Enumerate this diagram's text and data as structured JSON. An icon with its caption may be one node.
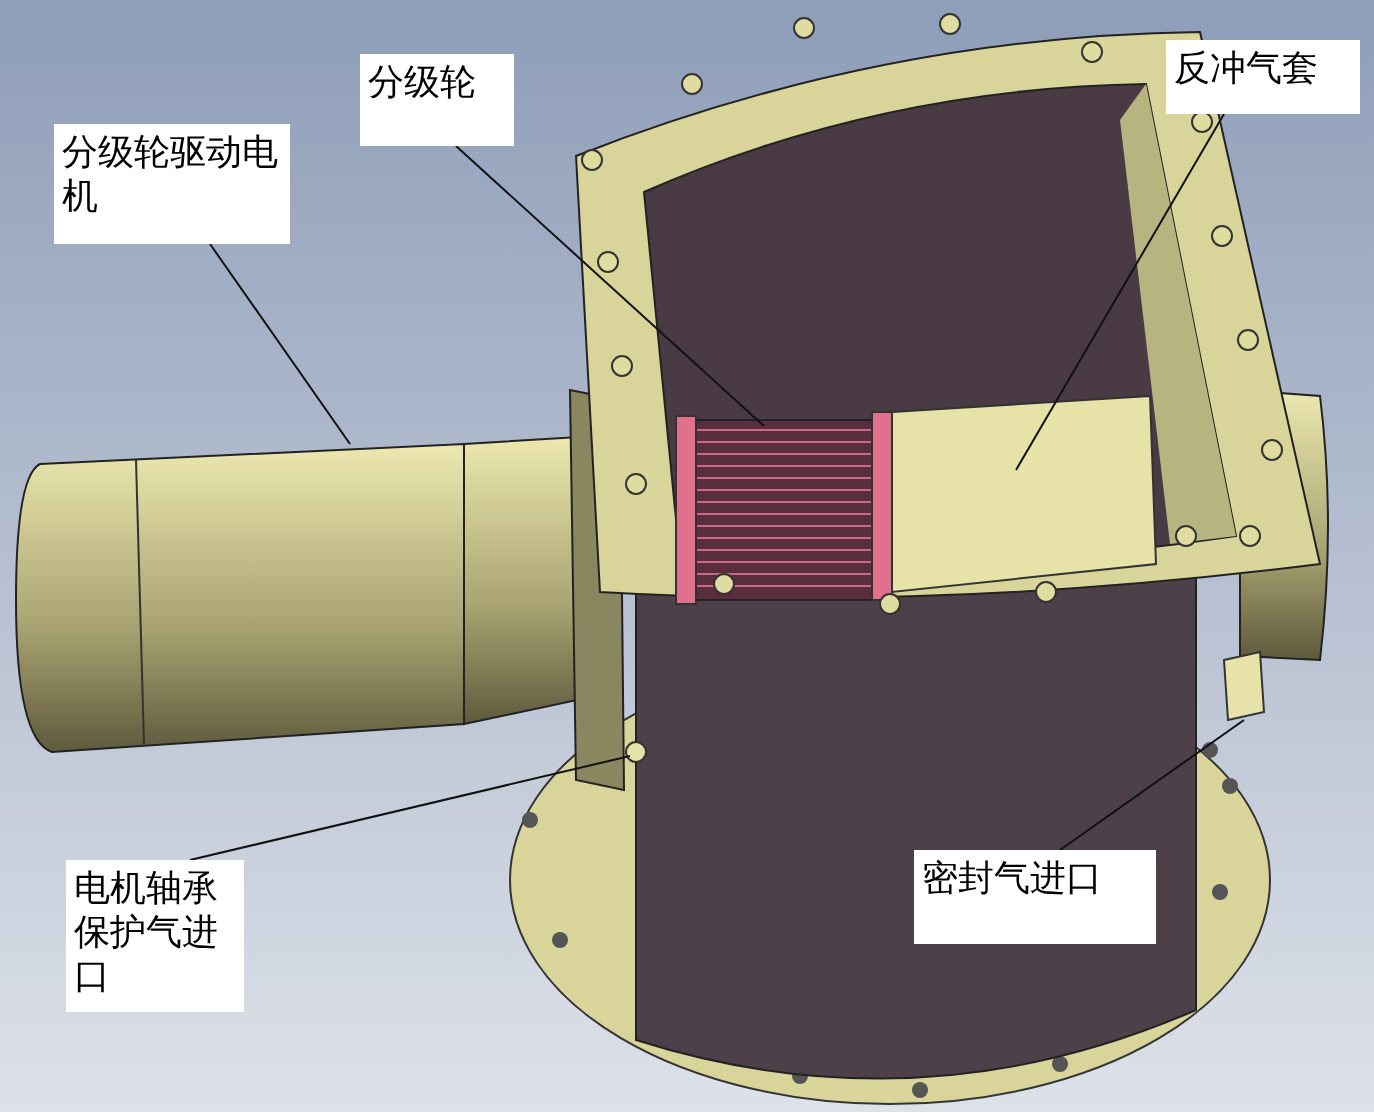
{
  "diagram": {
    "nodes": [
      {
        "text": [
          "分级轮驱动电机"
        ]
      },
      {
        "text": [
          "分级轮"
        ]
      },
      {
        "text": [
          "反冲气套"
        ]
      },
      {
        "text": [
          "电机轴承保护气进口"
        ]
      },
      {
        "text": [
          "密封气进口"
        ]
      }
    ],
    "edges": [
      {
        "from": 0,
        "to": null,
        "arrow": "none"
      },
      {
        "from": 1,
        "to": null,
        "arrow": "none"
      },
      {
        "from": 2,
        "to": null,
        "arrow": "none"
      },
      {
        "from": 3,
        "to": null,
        "arrow": "none"
      },
      {
        "from": 4,
        "to": null,
        "arrow": "none"
      }
    ]
  }
}
